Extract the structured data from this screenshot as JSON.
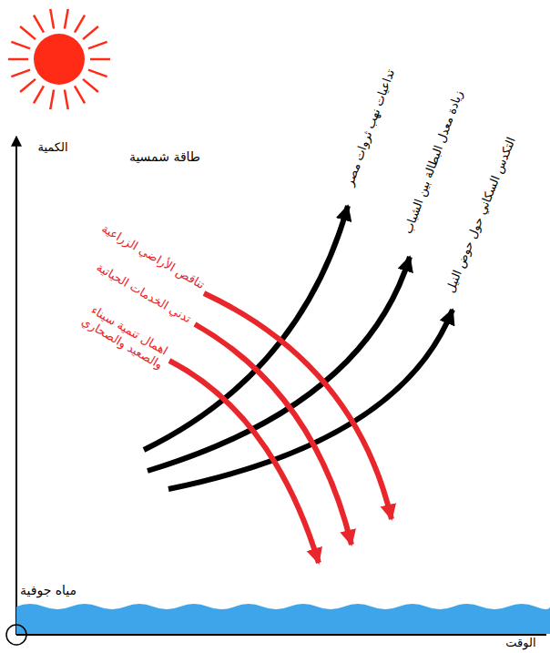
{
  "diagram": {
    "nodes": [
      {
        "text": [
          "طاقة شمسية"
        ]
      },
      {
        "text": [
          "مياه جوفية"
        ]
      }
    ],
    "labels": [
      "الكمية",
      "تداعيات نهب ثروات مصر",
      "زيادة معدل البطالة بين الشباب",
      "التكدس السكاني حول حوض النيل",
      "تناقص الأراضي الزراعية",
      "تدني الخدمات الحياتية",
      "اهمال تنمية سيناء والصعيد والصحاري",
      "الوقت"
    ]
  }
}
